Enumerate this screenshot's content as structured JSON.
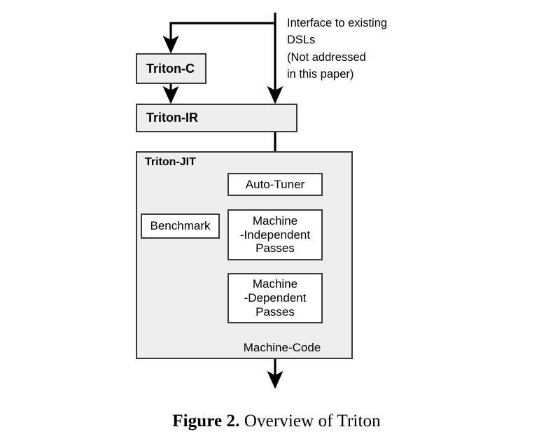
{
  "figure": {
    "caption_label": "Figure 2.",
    "caption_text": "Overview of Triton"
  },
  "annotation": {
    "name": "interface-note",
    "text": "Interface to existing\nDSLs\n(Not addressed\nin this paper)"
  },
  "nodes": {
    "triton_c": "Triton-C",
    "triton_ir": "Triton-IR",
    "triton_jit": "Triton-JIT",
    "auto_tuner": "Auto-Tuner",
    "benchmark": "Benchmark",
    "machine_independent_passes": "Machine\n-Independent\nPasses",
    "machine_dependent_passes": "Machine\n-Dependent\nPasses",
    "machine_code": "Machine-Code"
  },
  "colors": {
    "shaded_fill": "#eeeeee",
    "plain_fill": "#ffffff",
    "stroke": "#3a3a3a",
    "line": "#000000",
    "text": "#000000",
    "background": "#ffffff"
  },
  "edges": [
    {
      "name": "input-to-triton-ir",
      "from": "input",
      "to": "triton_ir"
    },
    {
      "name": "input-branch-to-triton-c",
      "from": "input",
      "to": "triton_c"
    },
    {
      "name": "triton-c-to-triton-ir",
      "from": "triton_c",
      "to": "triton_ir"
    },
    {
      "name": "triton-ir-to-auto-tuner",
      "from": "triton_ir",
      "to": "auto_tuner"
    },
    {
      "name": "auto-tuner-to-machine-independent-passes",
      "from": "auto_tuner",
      "to": "machine_independent_passes"
    },
    {
      "name": "machine-independent-to-machine-dependent-passes",
      "from": "machine_independent_passes",
      "to": "machine_dependent_passes"
    },
    {
      "name": "machine-dependent-passes-to-machine-code",
      "from": "machine_dependent_passes",
      "to": "machine_code"
    },
    {
      "name": "machine-code-to-benchmark",
      "from": "machine_code",
      "to": "benchmark"
    },
    {
      "name": "benchmark-to-auto-tuner",
      "from": "benchmark",
      "to": "auto_tuner"
    },
    {
      "name": "machine-code-output",
      "from": "machine_code",
      "to": "output"
    }
  ]
}
